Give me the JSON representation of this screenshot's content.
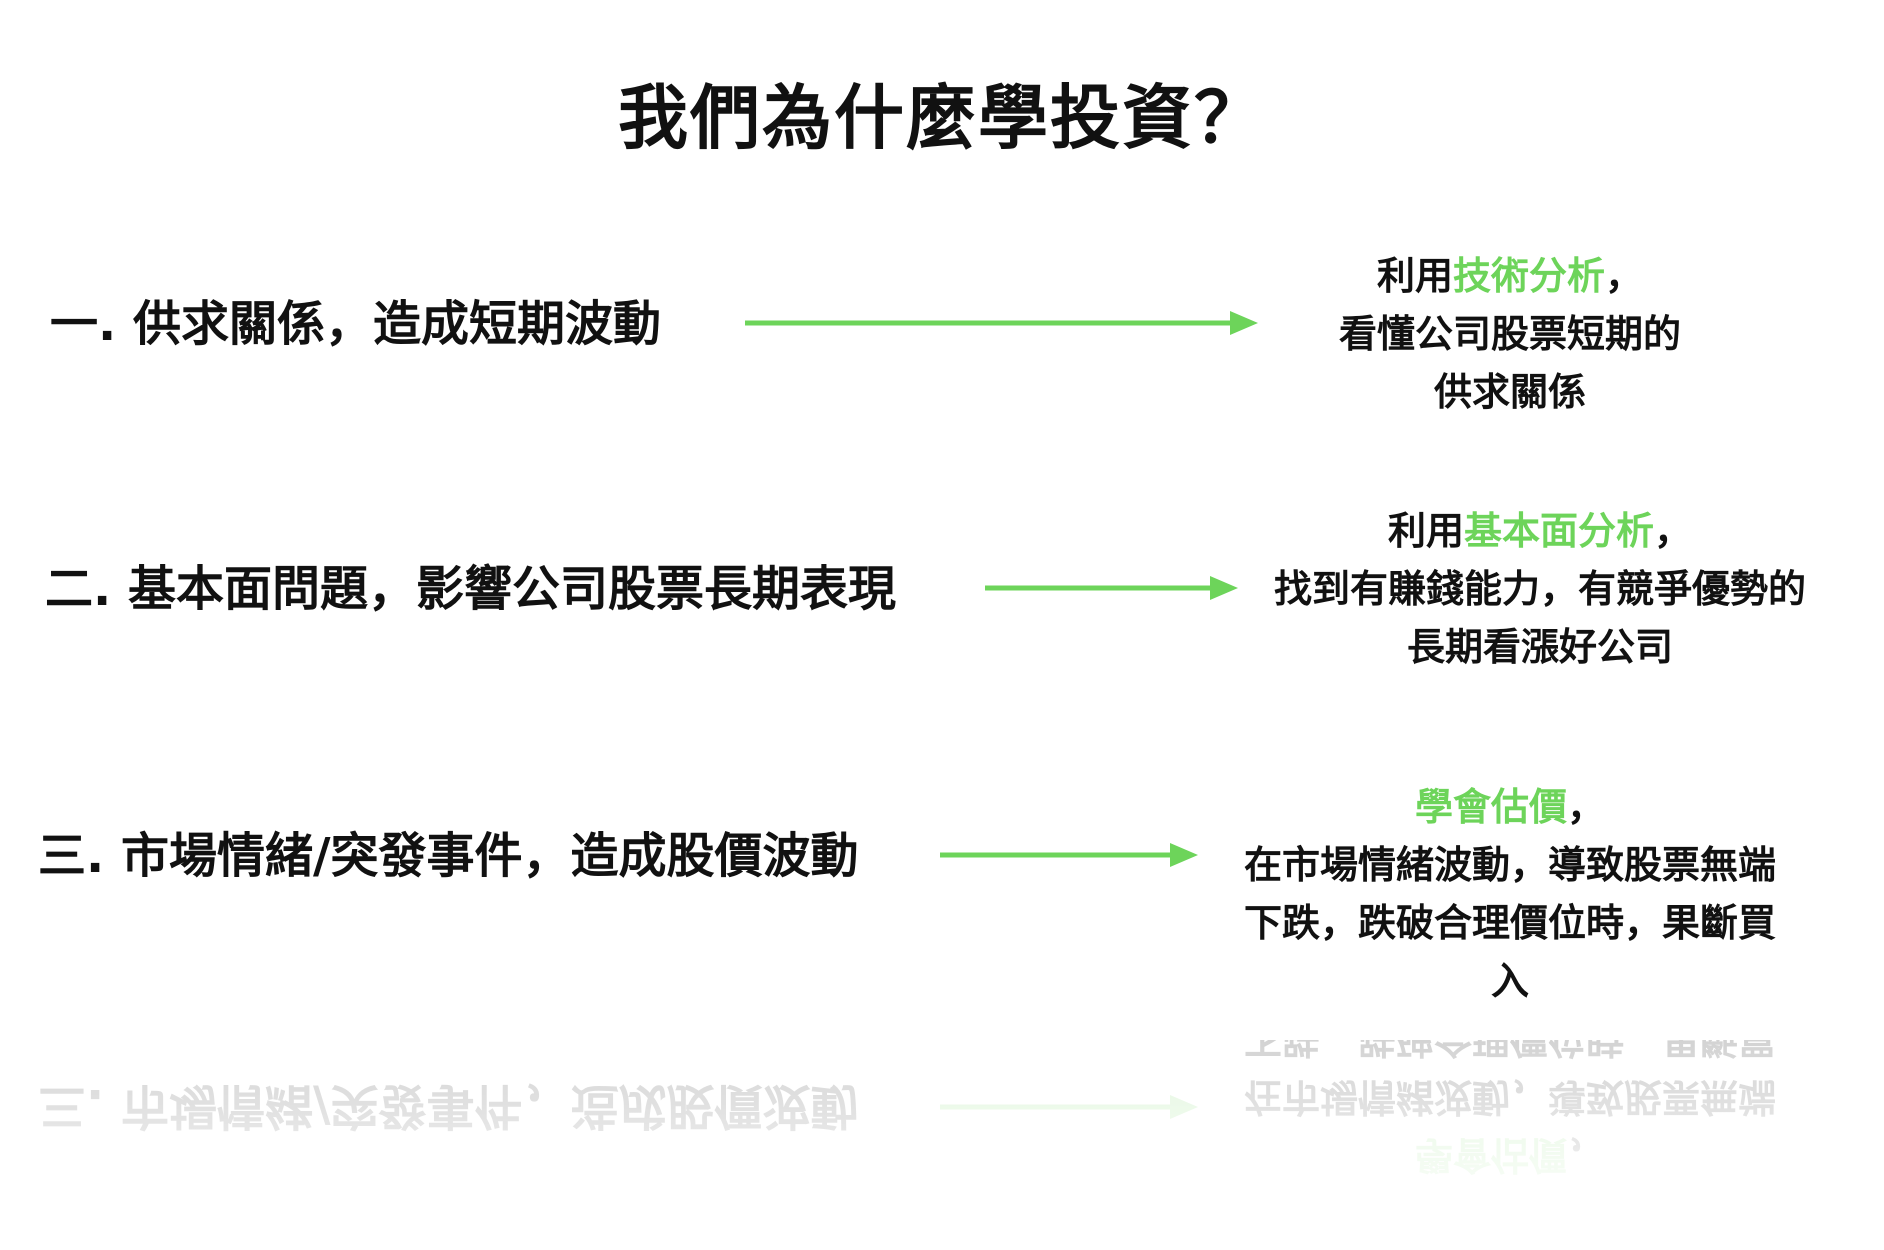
{
  "title": "我們為什麼學投資？",
  "colors": {
    "accent": "#6dd45a",
    "text": "#111111",
    "background": "#ffffff"
  },
  "rows": [
    {
      "left": "一. 供求關係，造成短期波動",
      "right_prefix": "利用",
      "right_accent": "技術分析",
      "right_suffix": "，",
      "right_lines": [
        "看懂公司股票短期的",
        "供求關係"
      ]
    },
    {
      "left": "二. 基本面問題，影響公司股票長期表現",
      "right_prefix": "利用",
      "right_accent": "基本面分析",
      "right_suffix": "，",
      "right_lines": [
        "找到有賺錢能力，有競爭優勢的",
        "長期看漲好公司"
      ]
    },
    {
      "left": "三. 市場情緒/突發事件，造成股價波動",
      "right_prefix": "",
      "right_accent": "學會估價",
      "right_suffix": "，",
      "right_lines": [
        "在市場情緒波動，導致股票無端",
        "下跌，跌破合理價位時，果斷買",
        "入"
      ]
    }
  ]
}
